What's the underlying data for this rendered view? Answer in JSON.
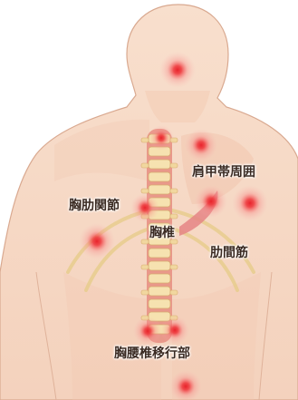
{
  "labels": {
    "scapular": "肩甲帯周囲",
    "costovertebral": "胸肋関節",
    "thoracic_spine": "胸椎",
    "intercostal": "肋間筋",
    "thoracolumbar": "胸腰椎移行部"
  },
  "colors": {
    "skin": "#f7d8c3",
    "skin_shadow": "#efc2a8",
    "outline": "#d9a990",
    "spine": "#e9988a",
    "vertebra": "#f6e2b0",
    "rib": "#e8cd8e",
    "muscle": "#e58585",
    "pain": "#e8232b"
  }
}
